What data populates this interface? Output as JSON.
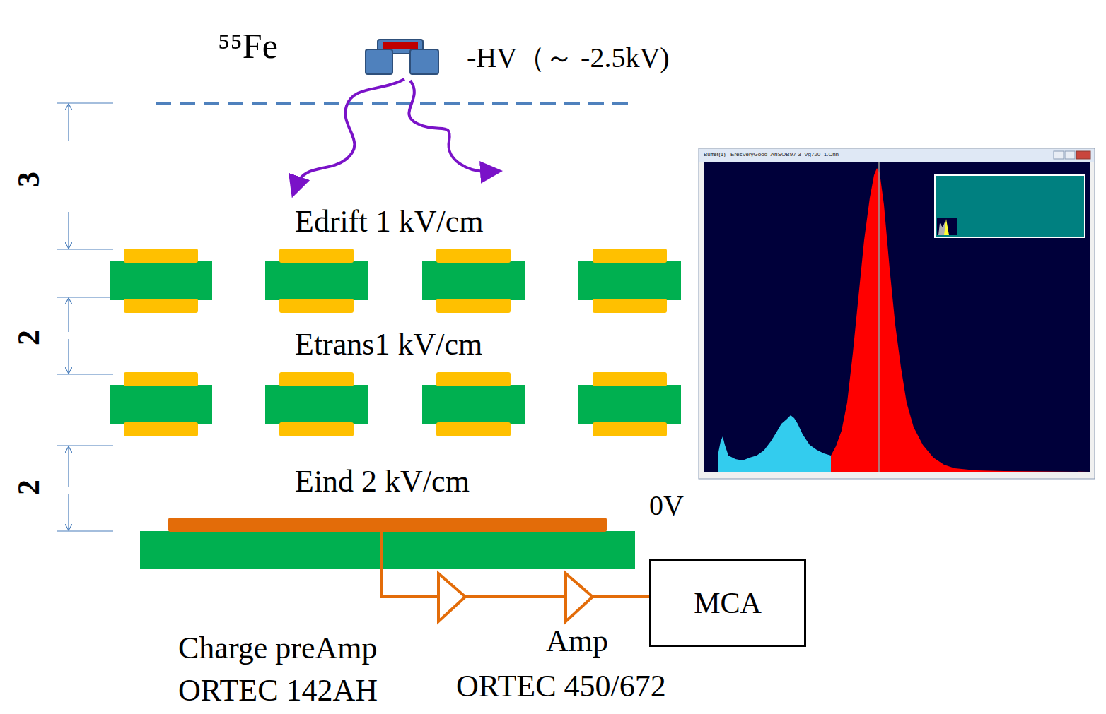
{
  "diagram": {
    "nodes": [
      {
        "text": [
          "MCA"
        ]
      }
    ],
    "labels": [
      "⁵⁵Fe",
      "-HV（～ -2.5kV)",
      "3",
      "2",
      "2",
      "Edrift 1 kV/cm",
      "Etrans1 kV/cm",
      "Eind 2 kV/cm",
      "0V",
      "Charge preAmp",
      "ORTEC 142AH",
      "Amp",
      "ORTEC 450/672",
      "Buffer(1) - EresVeryGood_ArISOB97-3_Vg720_1.Chn"
    ]
  }
}
